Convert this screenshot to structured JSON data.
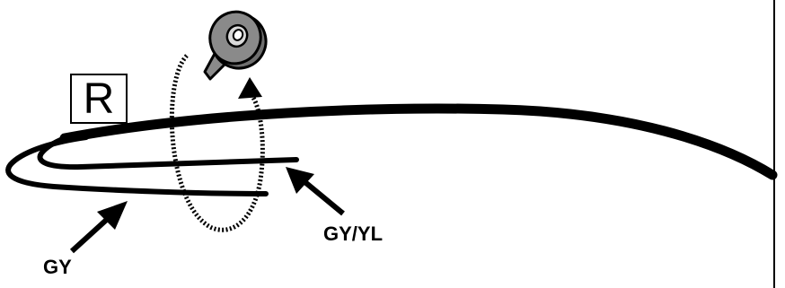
{
  "diagram": {
    "relay_marker": "R",
    "labels": {
      "gy": "GY",
      "gy_yl": "GY/YL"
    },
    "icons": [
      "tape-roll-icon",
      "wrap-direction-arrow-icon",
      "pointer-arrow-icon"
    ],
    "colors": {
      "line": "#000000",
      "tape_body": "#8a8a8a",
      "tape_core": "#d9d9d9",
      "background": "#ffffff"
    }
  }
}
